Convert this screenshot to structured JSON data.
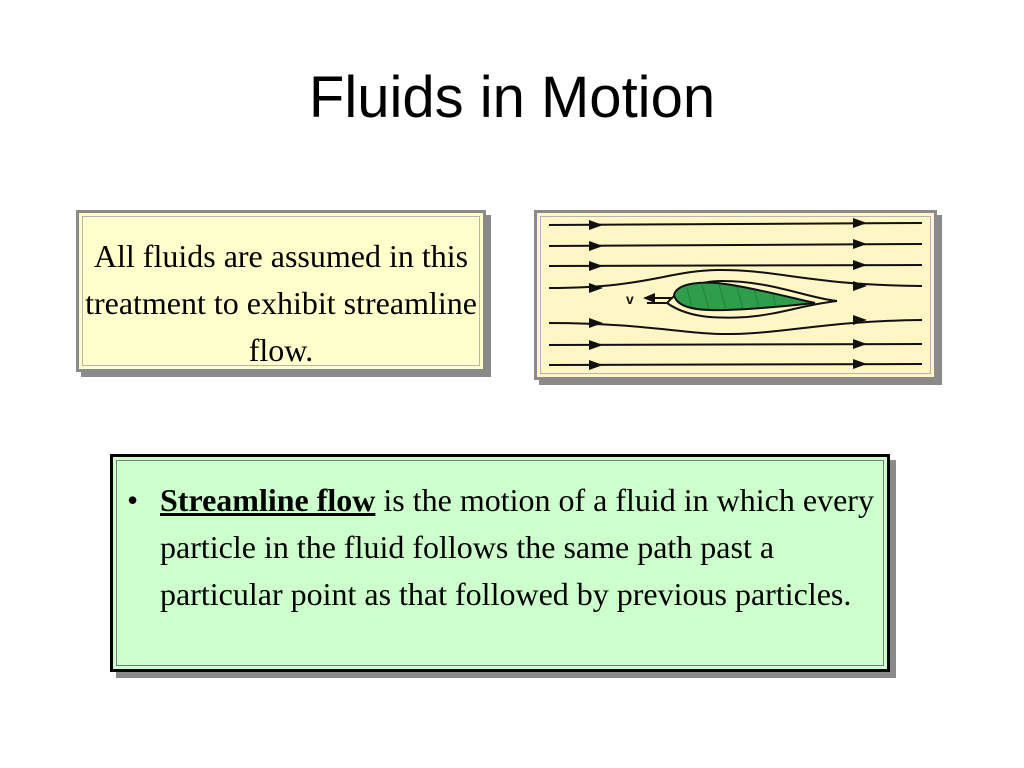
{
  "slide": {
    "title": "Fluids in Motion"
  },
  "note": {
    "text": "All fluids are assumed in this treatment to exhibit streamline flow."
  },
  "diagram": {
    "velocity_label": "v",
    "colors": {
      "background": "#fff6c6",
      "airfoil_fill": "#2e9e4a",
      "streamline": "#111111"
    }
  },
  "definition": {
    "term": "Streamline flow",
    "body": " is the motion of a fluid in which every particle in the fluid follows the same path past a particular point as that followed by previous particles."
  },
  "colors": {
    "note_bg": "#ffffcc",
    "definition_bg": "#ccffcc",
    "frame_gray": "#8a8a8a"
  }
}
